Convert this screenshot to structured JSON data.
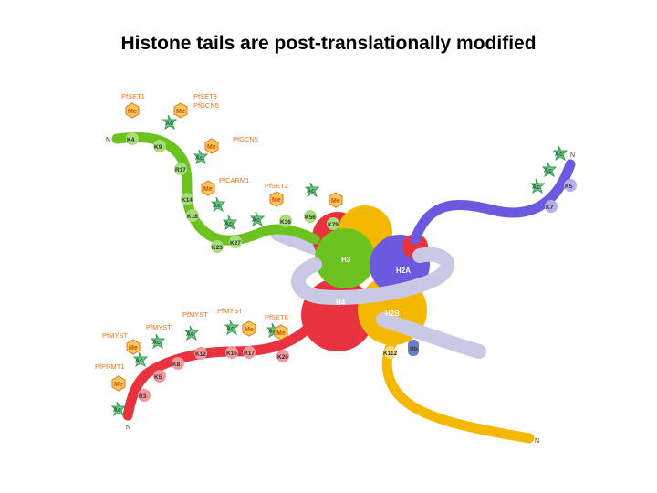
{
  "title": "Histone tails are post-translationally modified",
  "colors": {
    "h3": "#6cc21f",
    "h4": "#e8333e",
    "h2a": "#6b5ae0",
    "h2b": "#f5b800",
    "dna": "#c9c9e6",
    "me": "#f7c85a",
    "ac": "#74c78a",
    "residue_h3": "#a7dd7a",
    "residue_h4": "#f29a9a"
  },
  "core": {
    "h3": "H3",
    "h2a": "H2A",
    "h4": "H4",
    "h2b": "H2B"
  },
  "ub": "Ub",
  "ends": {
    "n": "N"
  },
  "enzymes": {
    "pfset1": "PfSET1",
    "pfset3": "PfSET3",
    "pfgcn5_a": "PfGCN5",
    "pfgcn5_b": "PfGCN5",
    "pfcarm1": "PfCARM1",
    "pfset2": "PfSET2",
    "pfmyst_a": "PfMYST",
    "pfmyst_b": "PfMYST",
    "pfmyst_c": "PfMYST",
    "pfprmt1": "PfPRMT1",
    "pfset8": "PfSET8"
  },
  "marks": {
    "me": "Me",
    "ac": "Ac"
  },
  "residues": {
    "h3": [
      "K4",
      "K9",
      "R17",
      "K14",
      "K18",
      "K23",
      "K27",
      "K36",
      "K56",
      "K79"
    ],
    "h2a": [
      "K5",
      "K7"
    ],
    "h2b": [
      "K112"
    ],
    "h4": [
      "K5",
      "K8",
      "K12",
      "K16",
      "R17",
      "K20",
      "R3"
    ]
  }
}
